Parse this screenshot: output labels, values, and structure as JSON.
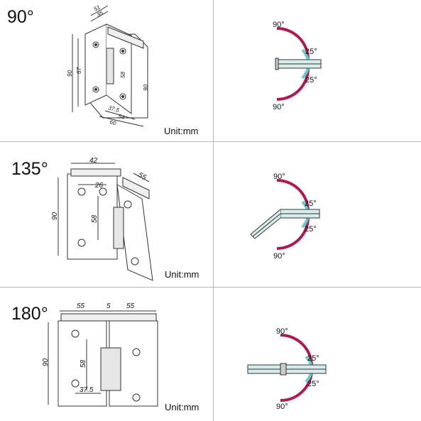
{
  "rows": [
    {
      "title": "90°",
      "unit": "Unit:mm",
      "dims": {
        "d51": "51",
        "d35": "35",
        "d67": "67",
        "d90a": "90",
        "d58": "58",
        "d90b": "90",
        "d375": "37.5",
        "d54": "54",
        "d60": "60"
      },
      "angles": {
        "top": "90°",
        "bottom": "90°",
        "up": "25°",
        "down": "25°"
      }
    },
    {
      "title": "135°",
      "unit": "Unit:mm",
      "dims": {
        "d42": "42",
        "d26": "26",
        "d55": "55",
        "d90": "90",
        "d58": "58"
      },
      "angles": {
        "top": "90°",
        "bottom": "90°",
        "up": "25°",
        "down": "25°"
      }
    },
    {
      "title": "180°",
      "unit": "Unit:mm",
      "dims": {
        "d55a": "55",
        "d5": "5",
        "d55b": "55",
        "d90": "90",
        "d58": "58",
        "d375": "37.5"
      },
      "angles": {
        "top": "90°",
        "bottom": "90°",
        "up": "25°",
        "down": "25°"
      }
    }
  ],
  "colors": {
    "arc": "#b01850",
    "glass": "#d8ecec",
    "line": "#333333",
    "divider": "#b8b8b8"
  }
}
